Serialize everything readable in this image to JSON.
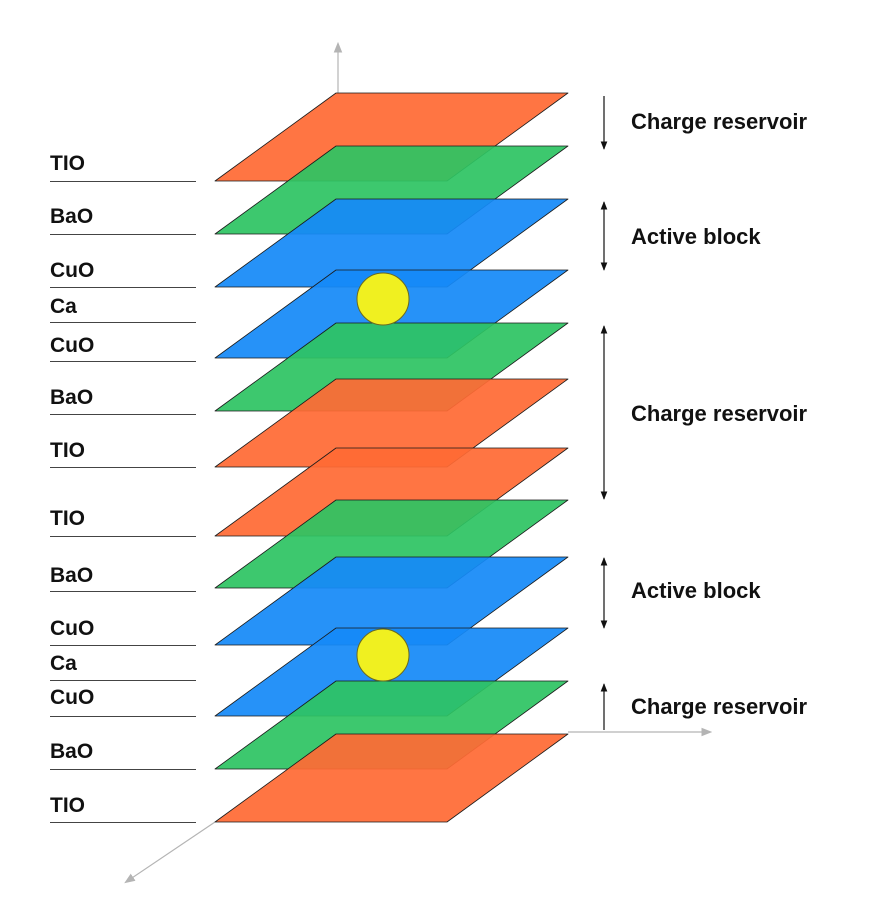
{
  "layers": [
    {
      "label": "TIO",
      "type": "tio"
    },
    {
      "label": "BaO",
      "type": "bao"
    },
    {
      "label": "CuO",
      "type": "cuo"
    },
    {
      "label": "Ca",
      "type": "ca"
    },
    {
      "label": "CuO",
      "type": "cuo"
    },
    {
      "label": "BaO",
      "type": "bao"
    },
    {
      "label": "TIO",
      "type": "tio"
    },
    {
      "label": "TIO",
      "type": "tio"
    },
    {
      "label": "BaO",
      "type": "bao"
    },
    {
      "label": "CuO",
      "type": "cuo"
    },
    {
      "label": "Ca",
      "type": "ca"
    },
    {
      "label": "CuO",
      "type": "cuo"
    },
    {
      "label": "BaO",
      "type": "bao"
    },
    {
      "label": "TIO",
      "type": "tio"
    }
  ],
  "blocks": [
    {
      "label": "Charge reservoir"
    },
    {
      "label": "Active block"
    },
    {
      "label": "Charge reservoir"
    },
    {
      "label": "Active block"
    },
    {
      "label": "Charge reservoir"
    }
  ],
  "colors": {
    "tio": "#ff6b35",
    "bao": "#2ec463",
    "cuo": "#168af8",
    "ca": "#f0f020",
    "axis": "#b4b4b4",
    "arrow": "#111111"
  }
}
